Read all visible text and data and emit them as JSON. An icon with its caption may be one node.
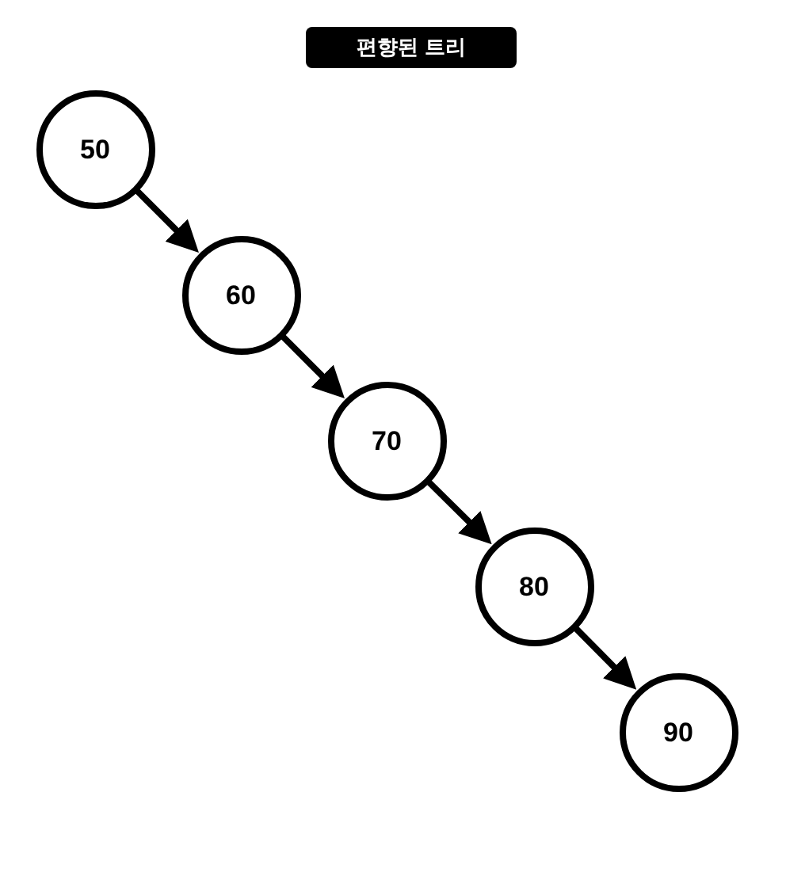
{
  "diagram": {
    "title": "편향된 트리",
    "nodes": [
      {
        "text": [
          "50"
        ]
      },
      {
        "text": [
          "60"
        ]
      },
      {
        "text": [
          "70"
        ]
      },
      {
        "text": [
          "80"
        ]
      },
      {
        "text": [
          "90"
        ]
      }
    ],
    "edges": [
      {
        "from": 0,
        "to": 1,
        "arrow": "to"
      },
      {
        "from": 1,
        "to": 2,
        "arrow": "to"
      },
      {
        "from": 2,
        "to": 3,
        "arrow": "to"
      },
      {
        "from": 3,
        "to": 4,
        "arrow": "to"
      }
    ]
  }
}
